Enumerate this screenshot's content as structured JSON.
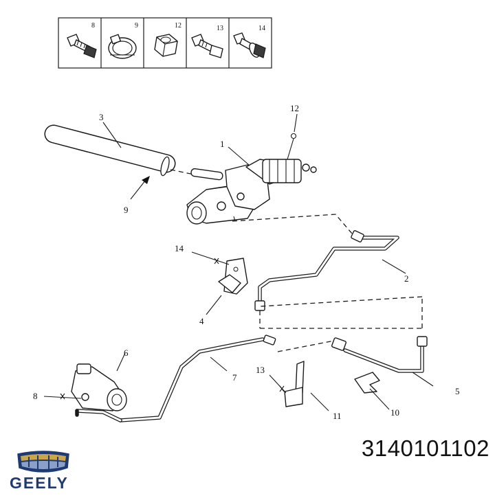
{
  "fastener_key": {
    "cells": [
      {
        "number": "8",
        "icon": "bolt-icon"
      },
      {
        "number": "9",
        "icon": "hose-clamp-icon"
      },
      {
        "number": "12",
        "icon": "nut-icon"
      },
      {
        "number": "13",
        "icon": "bolt-icon"
      },
      {
        "number": "14",
        "icon": "flange-bolt-icon"
      }
    ]
  },
  "callouts": {
    "c1": "1",
    "c2": "2",
    "c3": "3",
    "c4": "4",
    "c5": "5",
    "c6": "6",
    "c7": "7",
    "c8": "8",
    "c9": "9",
    "c10": "10",
    "c11": "11",
    "c12": "12",
    "c13": "13",
    "c14": "14"
  },
  "footer": {
    "brand": "GEELY",
    "part_number": "3140101102"
  },
  "colors": {
    "brand_blue": "#1f3a73",
    "logo_gold": "#c9a64a",
    "line": "#1a1a1a"
  }
}
